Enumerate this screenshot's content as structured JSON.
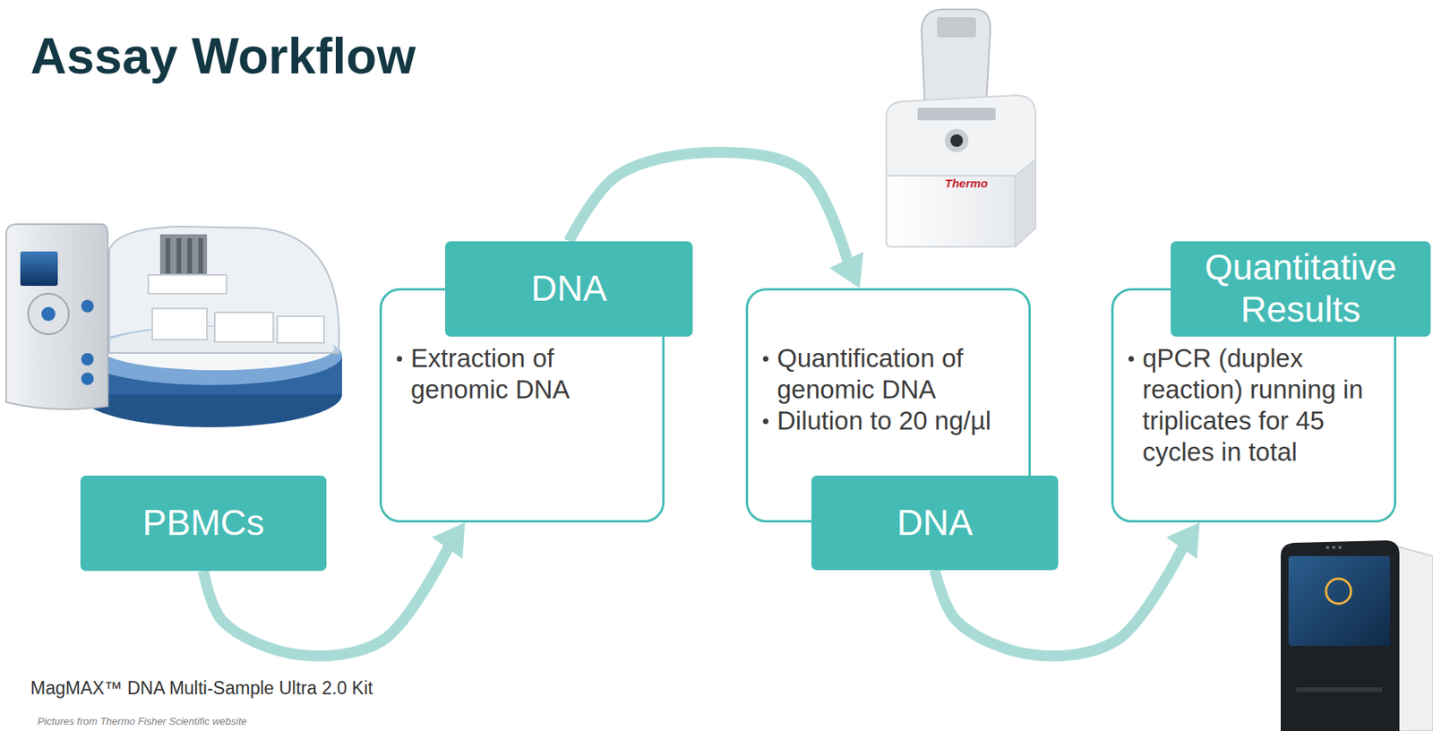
{
  "diagram": {
    "title": "Assay Workflow",
    "nodes": [
      {
        "text": [
          "PBMCs"
        ]
      },
      {
        "text": [
          "DNA"
        ]
      },
      {
        "text": [
          "Extraction of genomic DNA"
        ]
      },
      {
        "text": [
          "Quantification of genomic DNA",
          "Dilution to 20 ng/µl"
        ]
      },
      {
        "text": [
          "DNA"
        ]
      },
      {
        "text": [
          "Quantitative Results"
        ]
      },
      {
        "text": [
          "qPCR (duplex reaction) running in triplicates for 45 cycles in total"
        ]
      }
    ],
    "edges": [
      {
        "from": 0,
        "to": 2,
        "arrow": "to"
      },
      {
        "from": 1,
        "to": 3,
        "arrow": "to"
      },
      {
        "from": 4,
        "to": 6,
        "arrow": "to"
      }
    ],
    "labels": [
      "MagMAX™ DNA Multi-Sample Ultra 2.0 Kit",
      "Pictures from Thermo Fisher Scientific website",
      "Thermo"
    ]
  }
}
